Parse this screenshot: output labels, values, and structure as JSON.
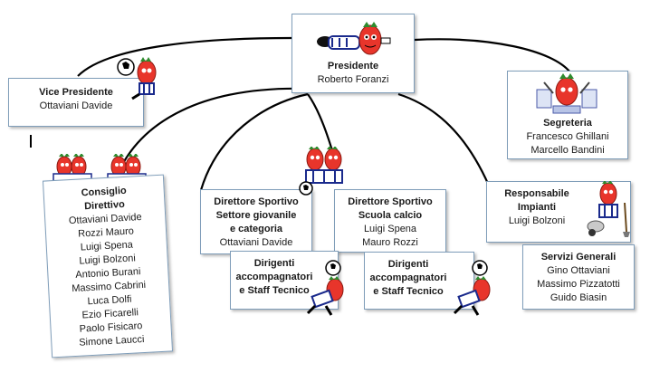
{
  "presidente": {
    "title": "Presidente",
    "name": "Roberto Foranzi"
  },
  "vice": {
    "title": "Vice Presidente",
    "name": "Ottaviani Davide"
  },
  "segreteria": {
    "title": "Segreteria",
    "names": [
      "Francesco Ghillani",
      "Marcello Bandini"
    ]
  },
  "consiglio": {
    "title": [
      "Consiglio",
      "Direttivo"
    ],
    "names": [
      "Ottaviani Davide",
      "Rozzi Mauro",
      "Luigi Spena",
      "Luigi Bolzoni",
      "Antonio Burani",
      "Massimo Cabrini",
      "Luca Dolfi",
      "Ezio Ficarelli",
      "Paolo Fisicaro",
      "Simone Laucci"
    ]
  },
  "ds_giovanile": {
    "title": [
      "Direttore Sportivo",
      "Settore giovanile",
      "e categoria"
    ],
    "name": "Ottaviani Davide"
  },
  "ds_scuola": {
    "title": [
      "Direttore Sportivo",
      "Scuola calcio"
    ],
    "names": [
      "Luigi Spena",
      "Mauro Rozzi"
    ]
  },
  "responsabile": {
    "title": [
      "Responsabile",
      "Impianti"
    ],
    "name": "Luigi Bolzoni"
  },
  "servizi": {
    "title": "Servizi Generali",
    "names": [
      "Gino Ottaviani",
      "Massimo Pizzatotti",
      "Guido Biasin"
    ]
  },
  "dirigenti_1": {
    "title": [
      "Dirigenti",
      "accompagnatori",
      "e Staff Tecnico"
    ]
  },
  "dirigenti_2": {
    "title": [
      "Dirigenti",
      "accompagnatori",
      "e Staff Tecnico"
    ]
  },
  "colors": {
    "border": "#7f9db9",
    "line": "#000000",
    "mascot_red": "#e8352b"
  }
}
